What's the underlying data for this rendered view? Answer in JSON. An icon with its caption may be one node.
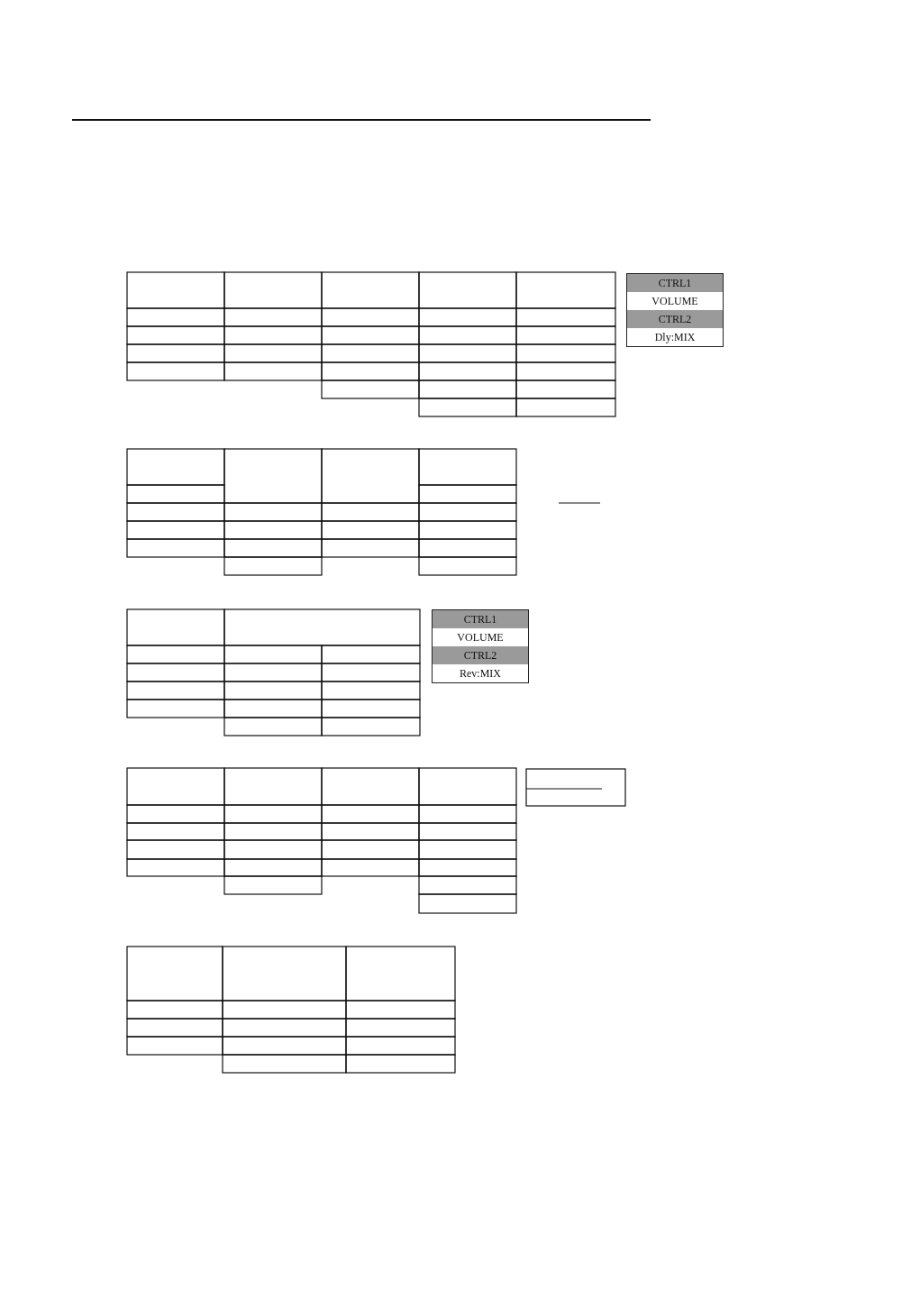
{
  "diagram": {
    "nodes": [
      {
        "text": [
          "CTRL1",
          "VOLUME",
          "CTRL2",
          "Dly:MIX"
        ]
      },
      {
        "text": [
          "CTRL1",
          "VOLUME",
          "CTRL2",
          "Rev:MIX"
        ]
      }
    ]
  }
}
